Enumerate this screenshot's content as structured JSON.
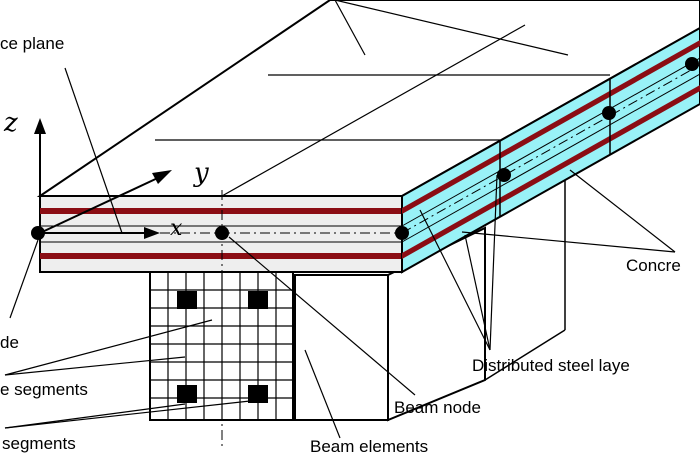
{
  "labels": {
    "reference_plane": "ce plane",
    "concrete": "Concre",
    "distributed_steel": "Distributed steel laye",
    "beam_node": "Beam node",
    "node": "de",
    "fiber_segments_upper": "e segments",
    "fiber_segments_lower": "segments",
    "beam_elements": "Beam elements"
  },
  "axes": {
    "z": "z",
    "y": "y",
    "x": "x"
  },
  "colors": {
    "concrete_side": "#99f2f7",
    "steel_layer": "#8b0d14",
    "deck_face": "#ffffff",
    "slab_side": "#eeeeee",
    "line": "#000000"
  }
}
